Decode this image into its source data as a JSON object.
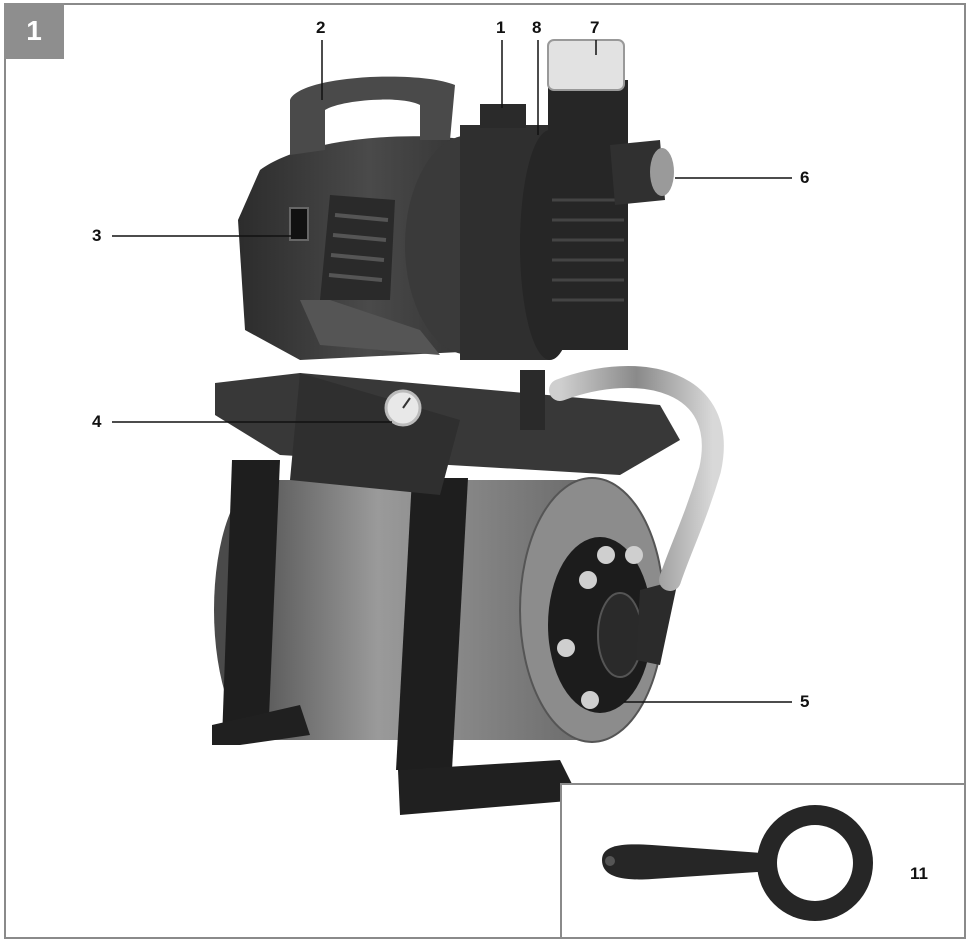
{
  "figure": {
    "number": "1"
  },
  "callouts": [
    {
      "id": "c2",
      "text": "2"
    },
    {
      "id": "c1",
      "text": "1"
    },
    {
      "id": "c8",
      "text": "8"
    },
    {
      "id": "c7",
      "text": "7"
    },
    {
      "id": "c6",
      "text": "6"
    },
    {
      "id": "c3",
      "text": "3"
    },
    {
      "id": "c4",
      "text": "4"
    },
    {
      "id": "c5",
      "text": "5"
    },
    {
      "id": "c11",
      "text": "11"
    }
  ],
  "colors": {
    "frame": "#8a8a8a",
    "badge": "#8e8e8e",
    "body_dark": "#3a3a3a",
    "tank": "#7a7a7a"
  }
}
